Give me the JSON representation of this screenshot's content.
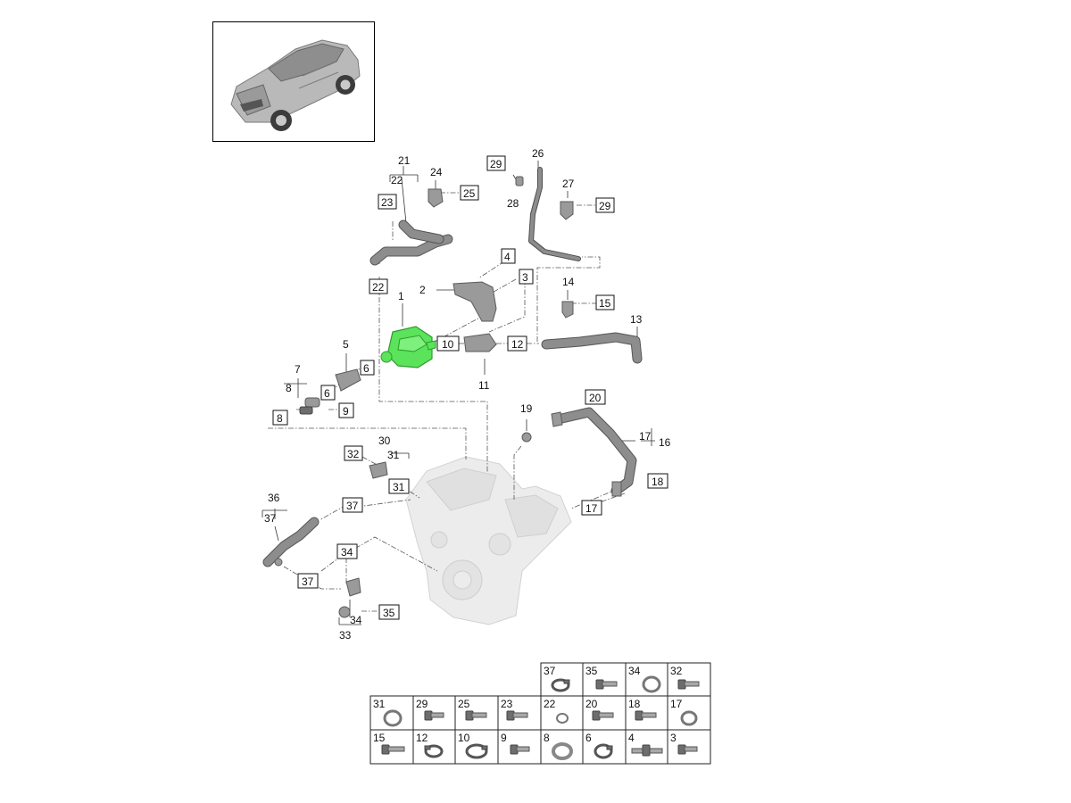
{
  "callouts": {
    "c1": "1",
    "c2": "2",
    "c3": "3",
    "c4": "4",
    "c5": "5",
    "c6a": "6",
    "c6b": "6",
    "c7": "7",
    "c8a": "8",
    "c8b": "8",
    "c9": "9",
    "c10": "10",
    "c11": "11",
    "c12": "12",
    "c13": "13",
    "c14": "14",
    "c15": "15",
    "c16": "16",
    "c17a": "17",
    "c17b": "17",
    "c18": "18",
    "c19": "19",
    "c20": "20",
    "c21": "21",
    "c22a": "22",
    "c22b": "22",
    "c23": "23",
    "c24": "24",
    "c25": "25",
    "c26": "26",
    "c27": "27",
    "c28": "28",
    "c29a": "29",
    "c29b": "29",
    "c30": "30",
    "c31a": "31",
    "c31b": "31",
    "c32": "32",
    "c33": "33",
    "c34a": "34",
    "c34b": "34",
    "c35": "35",
    "c36": "36",
    "c37a": "37",
    "c37b": "37",
    "c37c": "37"
  },
  "hardware_table": {
    "row1": [
      "37",
      "35",
      "34",
      "32"
    ],
    "row2": [
      "31",
      "29",
      "25",
      "23",
      "22",
      "20",
      "18",
      "17"
    ],
    "row3": [
      "15",
      "12",
      "10",
      "9",
      "8",
      "6",
      "4",
      "3"
    ]
  },
  "colors": {
    "highlight_part": "#5be35b",
    "highlight_edge": "#2c9c2c"
  }
}
